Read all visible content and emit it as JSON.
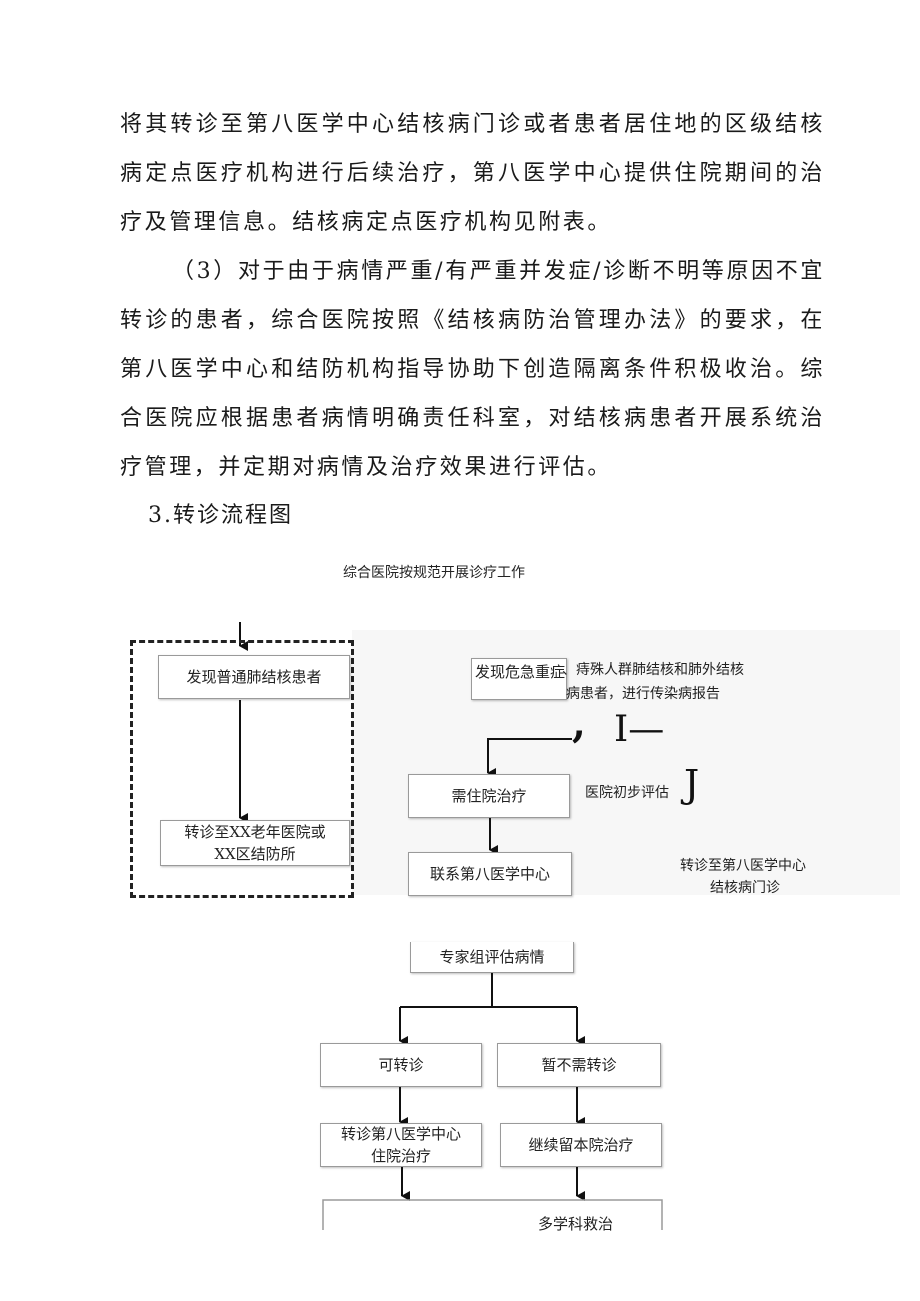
{
  "paragraphs": {
    "p1": "将其转诊至第八医学中心结核病门诊或者患者居住地的区级结核病定点医疗机构进行后续治疗，第八医学中心提供住院期间的治疗及管理信息。结核病定点医疗机构见附表。",
    "p2": "（3）对于由于病情严重/有严重并发症/诊断不明等原因不宜转诊的患者，综合医院按照《结核病防治管理办法》的要求，在第八医学中心和结防机构指导协助下创造隔离条件积极收治。综合医院应根据患者病情明确责任科室，对结核病患者开展系统治疗管理，并定期对病情及治疗效果进行评估。"
  },
  "heading": "3.转诊流程图",
  "flowchart": {
    "top_caption": "综合医院按规范开展诊疗工作",
    "box_common": "发现普通肺结核患者",
    "box_referral_line1": "转诊至XX老年医院或",
    "box_referral_line2": "XX区结防所",
    "box_critical": "发现危急重症",
    "critical_note_line1": "、痔殊人群肺结核和肺外结核",
    "critical_note_line2": "病患者，进行传染病报告",
    "ocr_artifact_comma": ",",
    "ocr_artifact_i": "I—",
    "box_hospitalize": "需住院治疗",
    "initial_assessment": "医院初步评估",
    "ocr_artifact_j": "J",
    "box_contact": "联系第八医学中心",
    "outpatient_note_line1": "转诊至第八医学中心",
    "outpatient_note_line2": "结核病门诊",
    "box_expert": "专家组评估病情",
    "box_can_transfer": "可转诊",
    "box_no_transfer": "暂不需转诊",
    "box_inpatient_line1": "转诊第八医学中心",
    "box_inpatient_line2": "住院治疗",
    "box_stay": "继续留本院治疗",
    "box_mdt": "多学科救治"
  }
}
